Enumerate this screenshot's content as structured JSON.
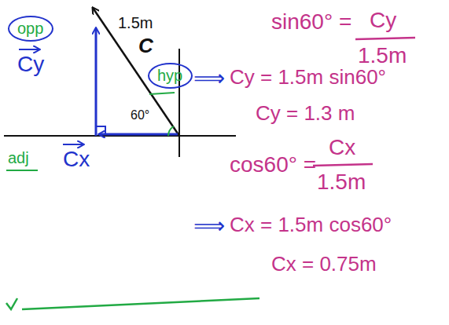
{
  "diagram": {
    "nodes": [
      {
        "text": [
          "opp"
        ]
      },
      {
        "text": [
          "hyp"
        ]
      }
    ],
    "labels": [
      "1.5m",
      "C",
      "60°",
      "Cy",
      "adj",
      "Cx",
      "sin60° =",
      "Cy",
      "1.5m",
      "⟹",
      "Cy = 1.5m sin60°",
      "Cy = 1.3 m",
      "cos60° =",
      "Cx",
      "1.5m",
      "⟹",
      "Cx = 1.5m cos60°",
      "Cx = 0.75m"
    ]
  }
}
